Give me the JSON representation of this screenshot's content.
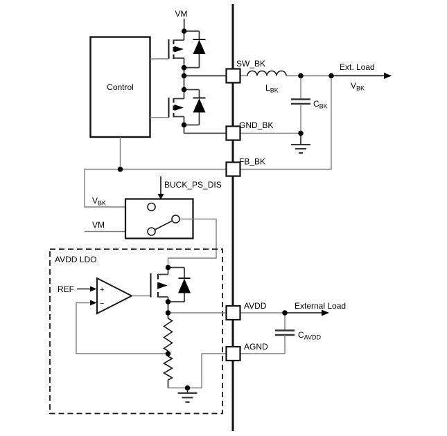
{
  "diagram": {
    "kind": "circuit-block-diagram",
    "description": "Buck regulator power stage with bypass switch and AVDD LDO",
    "colors": {
      "background": "#ffffff",
      "wire_gray": "#7d7d7d",
      "component_black": "#1a1a1a",
      "text": "#000000"
    }
  },
  "power_stage": {
    "supply_label": "VM",
    "control_label": "Control"
  },
  "pins": {
    "sw_bk": "SW_BK",
    "gnd_bk": "GND_BK",
    "fb_bk": "FB_BK",
    "avdd": "AVDD",
    "agnd": "AGND"
  },
  "buck_output": {
    "inductor": {
      "main": "L",
      "sub": "BK"
    },
    "capacitor": {
      "main": "C",
      "sub": "BK"
    },
    "load_label": "Ext. Load",
    "load_voltage": {
      "main": "V",
      "sub": "BK"
    }
  },
  "bypass_switch": {
    "control_signal": "BUCK_PS_DIS",
    "input_vbk": {
      "main": "V",
      "sub": "BK"
    },
    "input_vm": "VM"
  },
  "ldo": {
    "block_label": "AVDD LDO",
    "ref_label": "REF",
    "opamp_plus": "+",
    "opamp_minus": "−",
    "output_capacitor": {
      "main": "C",
      "sub": "AVDD"
    },
    "load_label": "External Load"
  }
}
